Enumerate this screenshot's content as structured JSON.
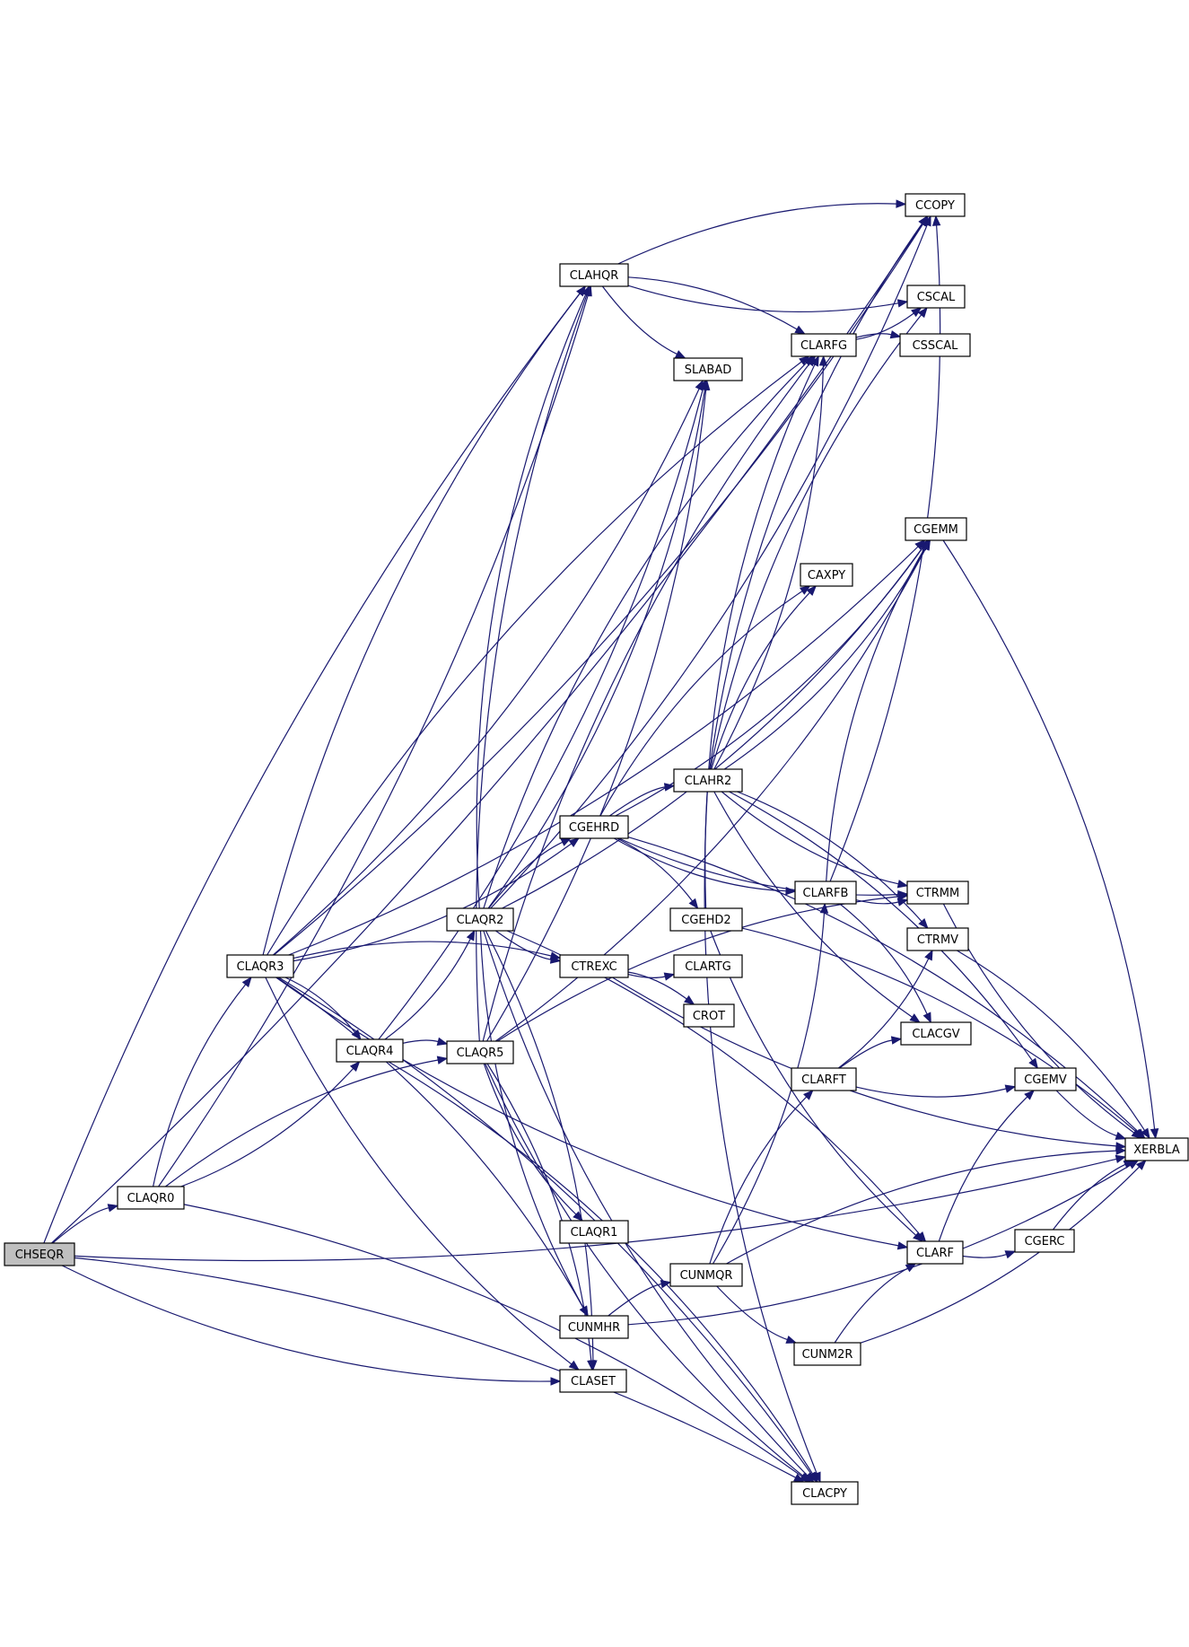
{
  "graph": {
    "root": "CHSEQR",
    "nodes": [
      {
        "id": "CHSEQR",
        "label": "CHSEQR"
      },
      {
        "id": "CLAQR0",
        "label": "CLAQR0"
      },
      {
        "id": "CLAQR3",
        "label": "CLAQR3"
      },
      {
        "id": "CLAQR4",
        "label": "CLAQR4"
      },
      {
        "id": "CLAQR2",
        "label": "CLAQR2"
      },
      {
        "id": "CLAQR5",
        "label": "CLAQR5"
      },
      {
        "id": "CLAHQR",
        "label": "CLAHQR"
      },
      {
        "id": "SLABAD",
        "label": "SLABAD"
      },
      {
        "id": "CGEHRD",
        "label": "CGEHRD"
      },
      {
        "id": "CTREXC",
        "label": "CTREXC"
      },
      {
        "id": "CLAQR1",
        "label": "CLAQR1"
      },
      {
        "id": "CUNMHR",
        "label": "CUNMHR"
      },
      {
        "id": "CLASET",
        "label": "CLASET"
      },
      {
        "id": "CLAHR2",
        "label": "CLAHR2"
      },
      {
        "id": "CGEHD2",
        "label": "CGEHD2"
      },
      {
        "id": "CLARTG",
        "label": "CLARTG"
      },
      {
        "id": "CROT",
        "label": "CROT"
      },
      {
        "id": "CUNMQR",
        "label": "CUNMQR"
      },
      {
        "id": "CLARFG",
        "label": "CLARFG"
      },
      {
        "id": "CAXPY",
        "label": "CAXPY"
      },
      {
        "id": "CLARFB",
        "label": "CLARFB"
      },
      {
        "id": "CLARFT",
        "label": "CLARFT"
      },
      {
        "id": "CUNM2R",
        "label": "CUNM2R"
      },
      {
        "id": "CLACPY",
        "label": "CLACPY"
      },
      {
        "id": "CCOPY",
        "label": "CCOPY"
      },
      {
        "id": "CSCAL",
        "label": "CSCAL"
      },
      {
        "id": "CSSCAL",
        "label": "CSSCAL"
      },
      {
        "id": "CGEMM",
        "label": "CGEMM"
      },
      {
        "id": "CTRMM",
        "label": "CTRMM"
      },
      {
        "id": "CTRMV",
        "label": "CTRMV"
      },
      {
        "id": "CLACGV",
        "label": "CLACGV"
      },
      {
        "id": "CGEMV",
        "label": "CGEMV"
      },
      {
        "id": "CLARF",
        "label": "CLARF"
      },
      {
        "id": "CGERC",
        "label": "CGERC"
      },
      {
        "id": "XERBLA",
        "label": "XERBLA"
      }
    ],
    "edges": [
      [
        "CHSEQR",
        "CLAQR0"
      ],
      [
        "CHSEQR",
        "CCOPY"
      ],
      [
        "CHSEQR",
        "CLAHQR"
      ],
      [
        "CHSEQR",
        "CLASET"
      ],
      [
        "CHSEQR",
        "CLACPY"
      ],
      [
        "CHSEQR",
        "XERBLA"
      ],
      [
        "CLAQR0",
        "CLAQR3"
      ],
      [
        "CLAQR0",
        "CLAQR4"
      ],
      [
        "CLAQR0",
        "CLAQR5"
      ],
      [
        "CLAQR0",
        "CLAHQR"
      ],
      [
        "CLAQR0",
        "CLACPY"
      ],
      [
        "CLAQR3",
        "CCOPY"
      ],
      [
        "CLAQR3",
        "CLAHQR"
      ],
      [
        "CLAQR3",
        "SLABAD"
      ],
      [
        "CLAQR3",
        "CLARFG"
      ],
      [
        "CLAQR3",
        "CGEMM"
      ],
      [
        "CLAQR3",
        "CLAQR4"
      ],
      [
        "CLAQR3",
        "CGEHRD"
      ],
      [
        "CLAQR3",
        "CTREXC"
      ],
      [
        "CLAQR3",
        "CLARF"
      ],
      [
        "CLAQR3",
        "CUNMHR"
      ],
      [
        "CLAQR3",
        "CLASET"
      ],
      [
        "CLAQR3",
        "CLACPY"
      ],
      [
        "CLAQR4",
        "CLAQR2"
      ],
      [
        "CLAQR4",
        "CLAQR5"
      ],
      [
        "CLAQR4",
        "SLABAD"
      ],
      [
        "CLAQR4",
        "CLACPY"
      ],
      [
        "CLAQR2",
        "CCOPY"
      ],
      [
        "CLAQR2",
        "CLAHQR"
      ],
      [
        "CLAQR2",
        "SLABAD"
      ],
      [
        "CLAQR2",
        "CLARFG"
      ],
      [
        "CLAQR2",
        "CGEMM"
      ],
      [
        "CLAQR2",
        "CGEHRD"
      ],
      [
        "CLAQR2",
        "CTREXC"
      ],
      [
        "CLAQR2",
        "CLARF"
      ],
      [
        "CLAQR2",
        "CUNMHR"
      ],
      [
        "CLAQR2",
        "CLASET"
      ],
      [
        "CLAQR2",
        "CLACPY"
      ],
      [
        "CLAQR5",
        "CLAHQR"
      ],
      [
        "CLAQR5",
        "SLABAD"
      ],
      [
        "CLAQR5",
        "CLARFG"
      ],
      [
        "CLAQR5",
        "CGEMM"
      ],
      [
        "CLAQR5",
        "CTRMM"
      ],
      [
        "CLAQR5",
        "CLAQR1"
      ],
      [
        "CLAQR5",
        "CLASET"
      ],
      [
        "CLAQR5",
        "CLACPY"
      ],
      [
        "CLAHQR",
        "CCOPY"
      ],
      [
        "CLAHQR",
        "CSCAL"
      ],
      [
        "CLAHQR",
        "CLARFG"
      ],
      [
        "CLAHQR",
        "SLABAD"
      ],
      [
        "CGEHRD",
        "CLAHR2"
      ],
      [
        "CGEHRD",
        "CLARFB"
      ],
      [
        "CGEHRD",
        "CGEHD2"
      ],
      [
        "CGEHRD",
        "CGEMM"
      ],
      [
        "CGEHRD",
        "CAXPY"
      ],
      [
        "CGEHRD",
        "CTRMM"
      ],
      [
        "CGEHRD",
        "XERBLA"
      ],
      [
        "CTREXC",
        "CLARTG"
      ],
      [
        "CTREXC",
        "CROT"
      ],
      [
        "CTREXC",
        "XERBLA"
      ],
      [
        "CUNMHR",
        "CUNMQR"
      ],
      [
        "CUNMHR",
        "XERBLA"
      ],
      [
        "CLAHR2",
        "CCOPY"
      ],
      [
        "CLAHR2",
        "CLARFG"
      ],
      [
        "CLAHR2",
        "CAXPY"
      ],
      [
        "CLAHR2",
        "CGEMM"
      ],
      [
        "CLAHR2",
        "CSCAL"
      ],
      [
        "CLAHR2",
        "CTRMM"
      ],
      [
        "CLAHR2",
        "CTRMV"
      ],
      [
        "CLAHR2",
        "CLACGV"
      ],
      [
        "CLAHR2",
        "CGEMV"
      ],
      [
        "CLAHR2",
        "CLACPY"
      ],
      [
        "CGEHD2",
        "CLARFG"
      ],
      [
        "CGEHD2",
        "CLARF"
      ],
      [
        "CGEHD2",
        "XERBLA"
      ],
      [
        "CUNMQR",
        "CLARFB"
      ],
      [
        "CUNMQR",
        "CLARFT"
      ],
      [
        "CUNMQR",
        "CUNM2R"
      ],
      [
        "CUNMQR",
        "XERBLA"
      ],
      [
        "CLARFG",
        "CSCAL"
      ],
      [
        "CLARFG",
        "CSSCAL"
      ],
      [
        "CLARFB",
        "CCOPY"
      ],
      [
        "CLARFB",
        "CGEMM"
      ],
      [
        "CLARFB",
        "CTRMM"
      ],
      [
        "CLARFB",
        "CLACGV"
      ],
      [
        "CLARFT",
        "CTRMV"
      ],
      [
        "CLARFT",
        "CLACGV"
      ],
      [
        "CLARFT",
        "CGEMV"
      ],
      [
        "CUNM2R",
        "CLARF"
      ],
      [
        "CUNM2R",
        "XERBLA"
      ],
      [
        "CGEMM",
        "XERBLA"
      ],
      [
        "CTRMM",
        "XERBLA"
      ],
      [
        "CTRMV",
        "XERBLA"
      ],
      [
        "CGEMV",
        "XERBLA"
      ],
      [
        "CLARF",
        "CGEMV"
      ],
      [
        "CLARF",
        "CGERC"
      ],
      [
        "CGERC",
        "XERBLA"
      ]
    ]
  },
  "colors": {
    "edge": "#191970",
    "node_border": "#000000",
    "node_fill": "#ffffff",
    "root_fill": "#bfbfbf"
  }
}
